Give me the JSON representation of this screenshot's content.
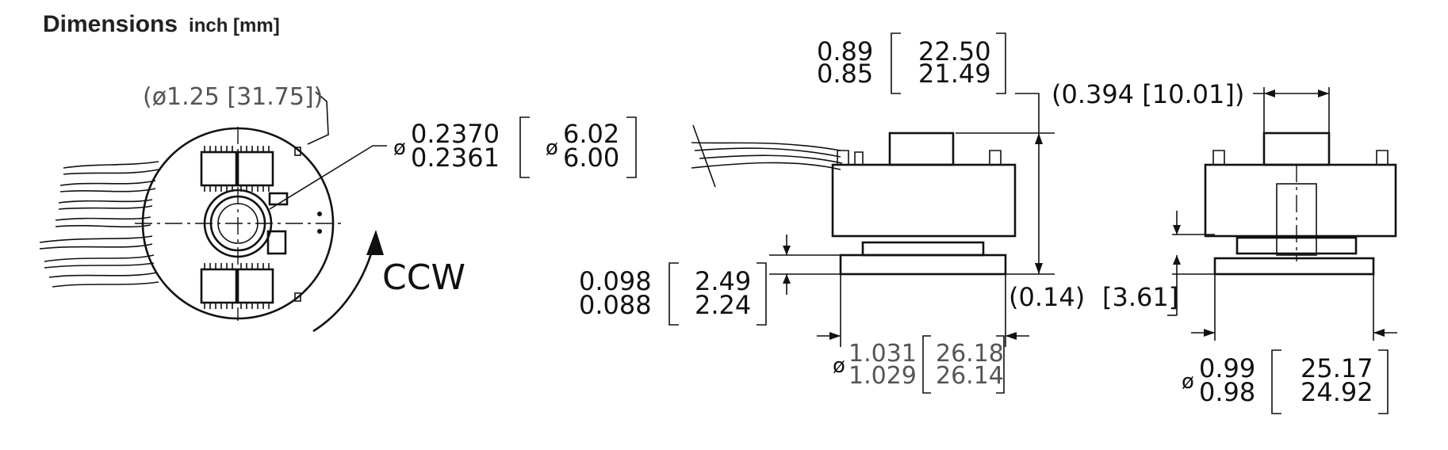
{
  "header": {
    "title": "Dimensions",
    "units": "inch [mm]"
  },
  "left_view": {
    "outer_dia": "(ø1.25 [31.75])",
    "bore_sym": "ø",
    "bore_in_max": "0.2370",
    "bore_in_min": "0.2361",
    "bore_mm_sym": "ø",
    "bore_mm_max": "6.02",
    "bore_mm_min": "6.00",
    "rotation": "CCW"
  },
  "side_view": {
    "height_in_max": "0.89",
    "height_in_min": "0.85",
    "height_mm_max": "22.50",
    "height_mm_min": "21.49",
    "flange_in_max": "0.098",
    "flange_in_min": "0.088",
    "flange_mm_max": "2.49",
    "flange_mm_min": "2.24",
    "base_h": "(0.14)",
    "base_h_mm": "[3.61]",
    "base_sym": "ø",
    "base_in_max": "1.031",
    "base_in_min": "1.029",
    "base_mm_max": "26.18",
    "base_mm_min": "26.14"
  },
  "end_view": {
    "width_ref": "(0.394 [10.01])",
    "od_sym": "ø",
    "od_in_max": "0.99",
    "od_in_min": "0.98",
    "od_mm_max": "25.17",
    "od_mm_min": "24.92"
  }
}
